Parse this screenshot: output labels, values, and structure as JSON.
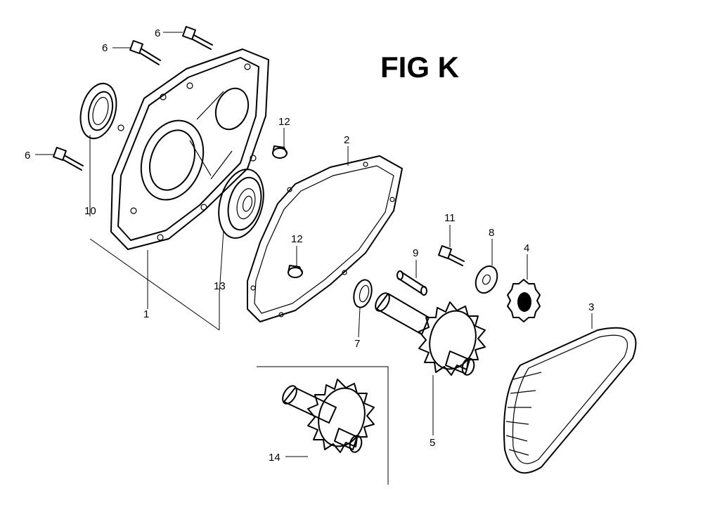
{
  "figure": {
    "title": "FIG K"
  },
  "callouts": [
    {
      "id": "1",
      "text": "1"
    },
    {
      "id": "2",
      "text": "2"
    },
    {
      "id": "3",
      "text": "3"
    },
    {
      "id": "4",
      "text": "4"
    },
    {
      "id": "5",
      "text": "5"
    },
    {
      "id": "6a",
      "text": "6"
    },
    {
      "id": "6b",
      "text": "6"
    },
    {
      "id": "6c",
      "text": "6"
    },
    {
      "id": "7",
      "text": "7"
    },
    {
      "id": "8",
      "text": "8"
    },
    {
      "id": "9",
      "text": "9"
    },
    {
      "id": "10",
      "text": "10"
    },
    {
      "id": "11",
      "text": "11"
    },
    {
      "id": "12a",
      "text": "12"
    },
    {
      "id": "12b",
      "text": "12"
    },
    {
      "id": "13",
      "text": "13"
    },
    {
      "id": "14",
      "text": "14"
    }
  ]
}
